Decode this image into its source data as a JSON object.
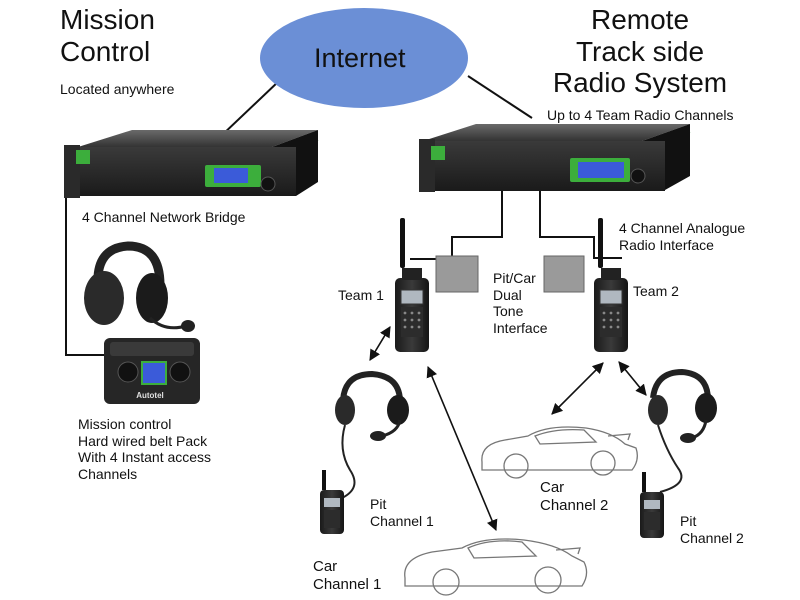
{
  "mission_control": {
    "title_line1": "Mission",
    "title_line2": "Control",
    "subtitle": "Located anywhere"
  },
  "internet": {
    "label": "Internet"
  },
  "remote": {
    "title_line1": "Remote",
    "title_line2": "Track side",
    "title_line3": "Radio System",
    "subtitle": "Up to 4 Team Radio Channels"
  },
  "network_bridge": {
    "label": "4 Channel Network Bridge"
  },
  "radio_interface": {
    "line1": "4 Channel Analogue",
    "line2": "Radio Interface"
  },
  "team1": {
    "label": "Team 1"
  },
  "team2": {
    "label": "Team 2"
  },
  "dual_tone": {
    "line1": "Pit/Car",
    "line2": "Dual",
    "line3": "Tone",
    "line4": "Interface"
  },
  "belt_pack": {
    "line1": "Mission control",
    "line2": "Hard wired belt Pack",
    "line3": "With 4 Instant access",
    "line4": "Channels",
    "brand": "Autotel"
  },
  "pit1": {
    "line1": "Pit",
    "line2": "Channel 1"
  },
  "pit2": {
    "line1": "Pit",
    "line2": "Channel 2"
  },
  "car1": {
    "line1": "Car",
    "line2": "Channel 1"
  },
  "car2": {
    "line1": "Car",
    "line2": "Channel 2"
  },
  "colors": {
    "internet_fill": "#6b8fd6",
    "rack_body": "#2b2b2b",
    "rack_accent": "#3cae3c",
    "lcd": "#3b5bd9",
    "interface_box": "#9a9a9a",
    "network_cable": "#2e8b3a"
  }
}
